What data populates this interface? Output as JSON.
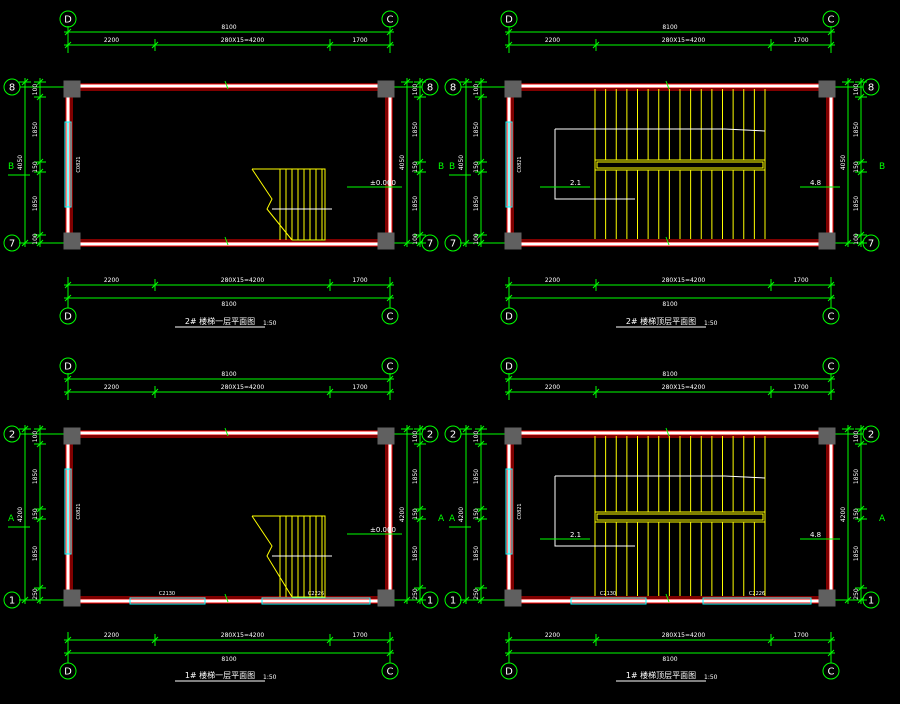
{
  "colors": {
    "background": "#000000",
    "dimension": "#00ff00",
    "axis": "#00ff00",
    "wall": "#ff0000",
    "wall_fill": "#ffffff",
    "column": "#606060",
    "stair": "#ffff00",
    "window": "#00ffff",
    "annotation": "#ffffff"
  },
  "dimensions": {
    "total": "8100",
    "left_seg": "2200",
    "mid_seg": "280X15=4200",
    "right_seg": "1700",
    "v_top": "100",
    "v_upper": "1850",
    "v_mid": "150",
    "v_lower": "1850",
    "v_bottom_a": "100",
    "v_bottom_b": "250",
    "v_total_b": "4050",
    "v_total_a": "4200"
  },
  "levels": {
    "ground": "±0.000",
    "down": "2.1",
    "up": "4.8"
  },
  "window_tags": {
    "side": "C0821",
    "bottom_left": "C2130",
    "bottom_right": "C2226"
  },
  "plans": [
    {
      "id": "plan-2-first",
      "title": "2# 楼梯一层平面图",
      "scale": "1:50",
      "axis_left": "D",
      "axis_right": "C",
      "axis_top_row": "8",
      "axis_bottom_row": "7",
      "axis_mid_label": "B",
      "v_total": "4050"
    },
    {
      "id": "plan-2-top",
      "title": "2# 楼梯顶层平面图",
      "scale": "1:50",
      "axis_left": "D",
      "axis_right": "C",
      "axis_top_row": "8",
      "axis_bottom_row": "7",
      "axis_mid_label": "B",
      "v_total": "4050"
    },
    {
      "id": "plan-1-first",
      "title": "1# 楼梯一层平面图",
      "scale": "1:50",
      "axis_left": "D",
      "axis_right": "C",
      "axis_top_row": "2",
      "axis_bottom_row": "1",
      "axis_mid_label": "A",
      "v_total": "4200"
    },
    {
      "id": "plan-1-top",
      "title": "1# 楼梯顶层平面图",
      "scale": "1:50",
      "axis_left": "D",
      "axis_right": "C",
      "axis_top_row": "2",
      "axis_bottom_row": "1",
      "axis_mid_label": "A",
      "v_total": "4200"
    }
  ]
}
